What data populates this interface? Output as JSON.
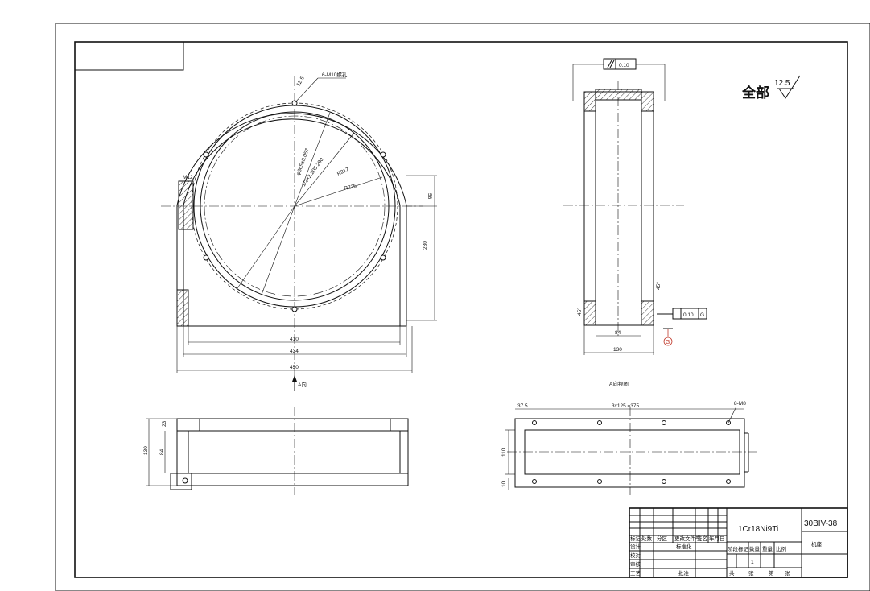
{
  "roughness": {
    "scope": "全部",
    "value": "12.5"
  },
  "top_view": {
    "hole_note": "6-M10螺孔",
    "angle": "12.5",
    "dia_fit": "φ365±0.057",
    "dia2": "1/2×2.205.280",
    "r217": "R217",
    "r225": "R225",
    "m12": "M12",
    "dim_58": "58",
    "dim_230": "230",
    "dim_410": "410",
    "dim_434": "434",
    "dim_450": "450",
    "view_a": "A向"
  },
  "side_view": {
    "parallel_tol": "0.10",
    "perp_tol": "0.10",
    "datum": "G",
    "dim_84": "84",
    "dim_130": "130",
    "chamfer_left": "45°",
    "chamfer_right": "45°"
  },
  "bottom_left_view": {
    "dim_23": "23",
    "dim_130": "130",
    "dim_84": "84"
  },
  "bottom_right_view": {
    "title": "A向视图",
    "dim_375a": "37.5",
    "dim_pitch": "3x125 =375",
    "hole_note": "8-M8",
    "dim_110": "110",
    "dim_10": "10"
  },
  "title_block": {
    "material": "1Cr18Ni9Ti",
    "drawing_no": "30BIV-38",
    "part_name": "机座",
    "header_cols": [
      "标记",
      "处数",
      "分区",
      "更改文件号",
      "签名",
      "年月日"
    ],
    "row_labels": [
      "设计",
      "校对",
      "审核",
      "工艺"
    ],
    "std": "标准化",
    "approve": "批准",
    "stage_labels": [
      "阶段标记",
      "数量",
      "重量",
      "比例"
    ],
    "qty": "1",
    "sheet_labels": [
      "共",
      "张",
      "第",
      "张"
    ]
  }
}
